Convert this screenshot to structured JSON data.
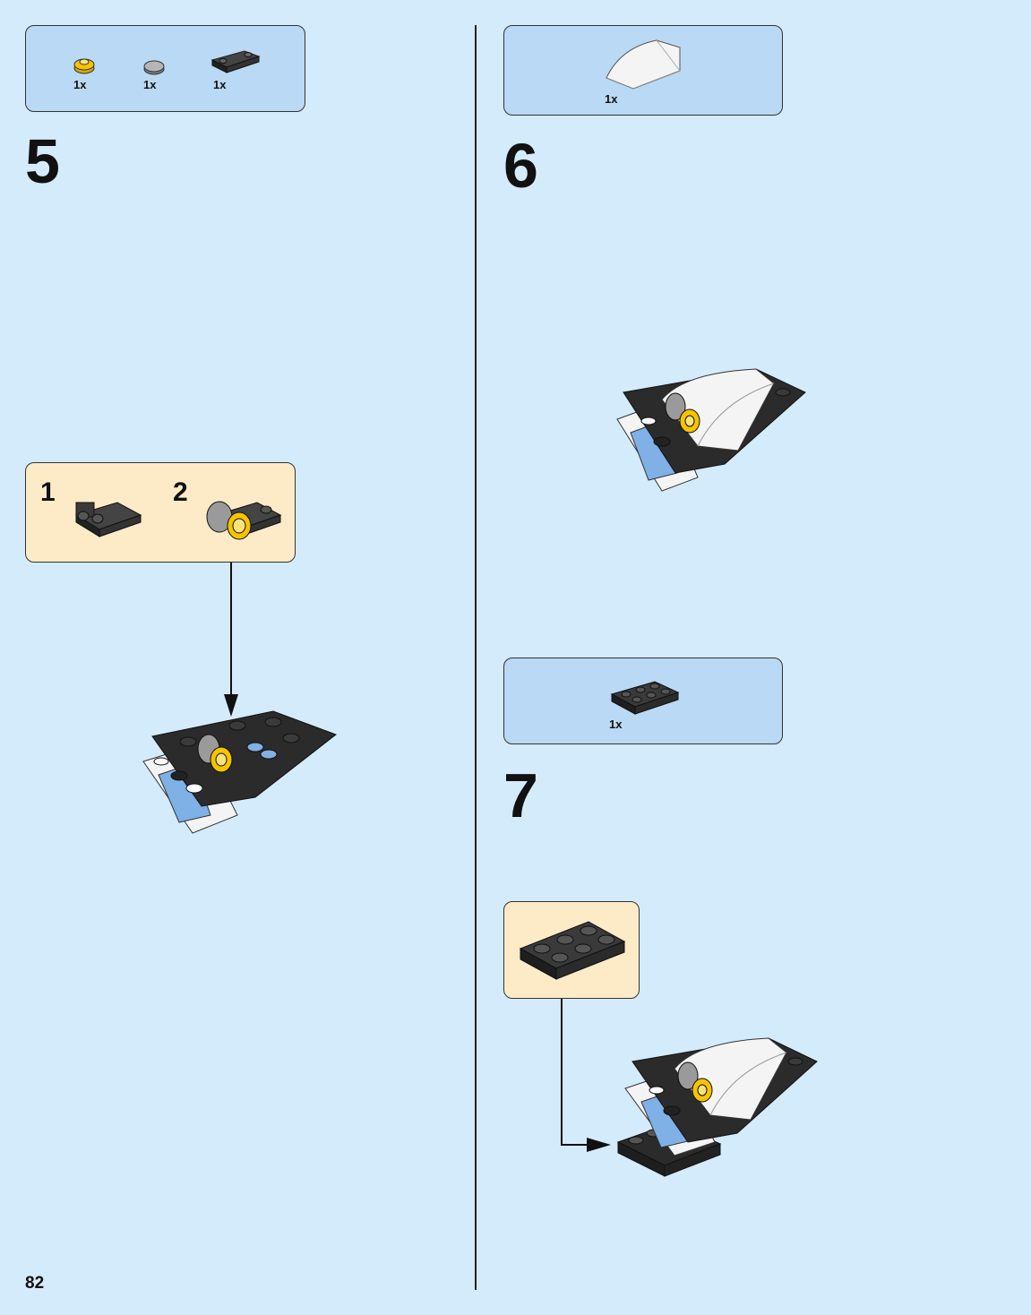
{
  "page": {
    "number": "82"
  },
  "steps": [
    {
      "number": "5",
      "parts": [
        {
          "icon": "yellow-round-plate-icon",
          "qty": "1x"
        },
        {
          "icon": "gray-round-tile-icon",
          "qty": "1x"
        },
        {
          "icon": "black-bracket-plate-icon",
          "qty": "1x"
        }
      ],
      "substeps": [
        "1",
        "2"
      ]
    },
    {
      "number": "6",
      "parts": [
        {
          "icon": "white-curved-slope-icon",
          "qty": "1x"
        }
      ]
    },
    {
      "number": "7",
      "parts": [
        {
          "icon": "black-plate-2x3-icon",
          "qty": "1x"
        }
      ]
    }
  ],
  "colors": {
    "background": "#d4ebfb",
    "parts_box": "#b9d9f4",
    "subassembly_box": "#fdebc8",
    "brick_black": "#2b2b2b",
    "brick_yellow": "#f5c400",
    "brick_white": "#f4f4f4",
    "brick_gray": "#8c8c8c",
    "brick_blue": "#7fb0e6"
  }
}
